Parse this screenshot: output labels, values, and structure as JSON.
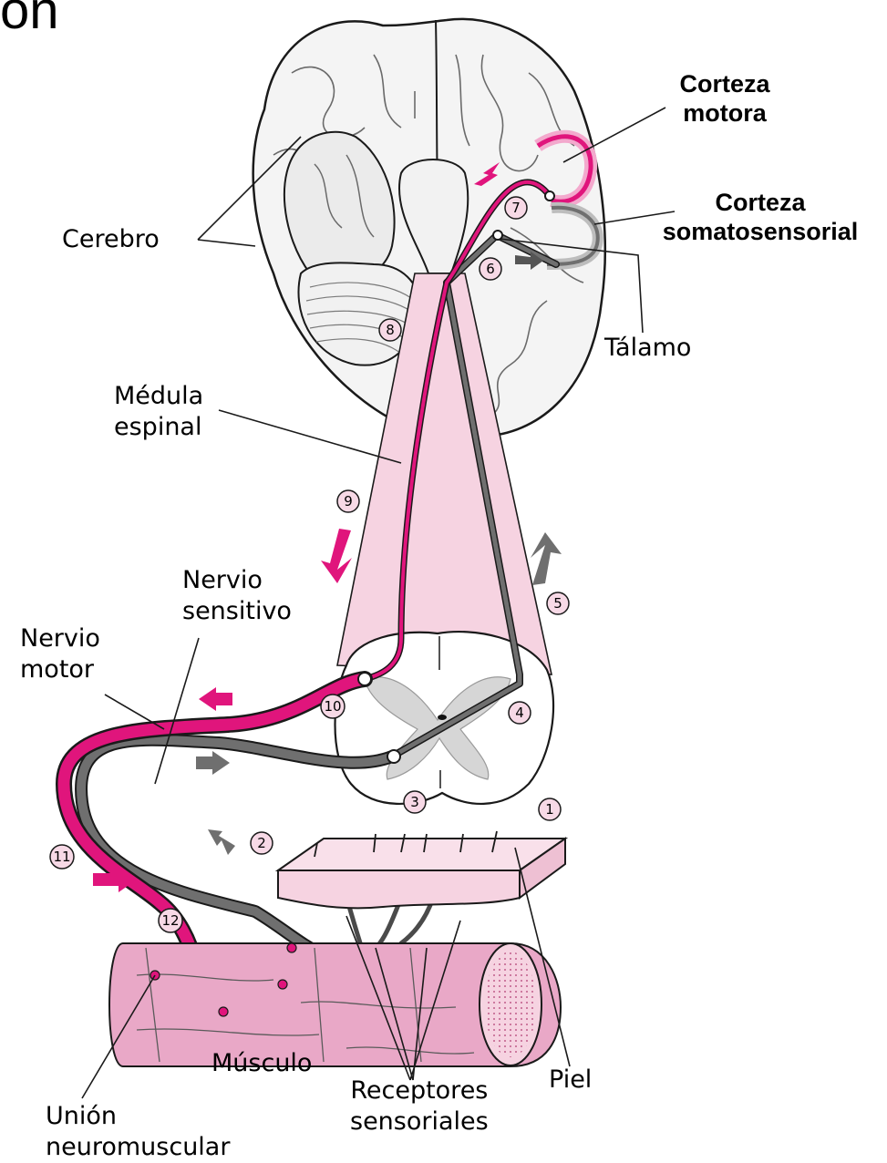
{
  "title_fragment": "on",
  "labels": {
    "cerebro": "Cerebro",
    "corteza_motora": "Corteza\nmotora",
    "corteza_somatosensorial": "Corteza\nsomatosensorial",
    "talamo": "Tálamo",
    "medula_espinal": "Médula\nespinal",
    "nervio_sensitivo": "Nervio\nsensitivo",
    "nervio_motor": "Nervio\nmotor",
    "musculo": "Músculo",
    "receptores_sensoriales": "Receptores\nsensoriales",
    "piel": "Piel",
    "union_neuromuscular": "Unión\nneuromuscular"
  },
  "steps": [
    "1",
    "2",
    "3",
    "4",
    "5",
    "6",
    "7",
    "8",
    "9",
    "10",
    "11",
    "12"
  ],
  "colors": {
    "motor_path": "#e0157c",
    "sensory_path": "#6f6f6f",
    "tissue_pink": "#f6d3e1",
    "muscle_pink": "#e9a8c7",
    "outline": "#1a1a1a"
  }
}
